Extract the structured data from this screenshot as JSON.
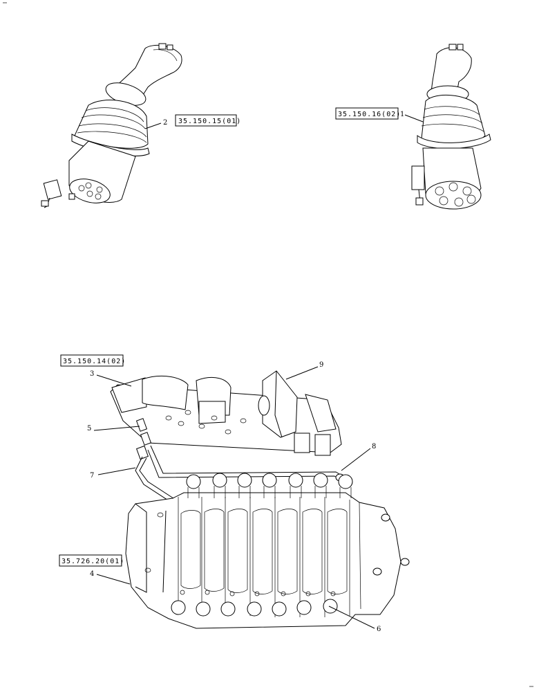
{
  "references": {
    "ref_1": "35.150.15(01)",
    "ref_2": "35.150.16(02)",
    "ref_3": "35.150.14(02)",
    "ref_4": "35.726.20(01)"
  },
  "callouts": {
    "c1": "1",
    "c2": "2",
    "c3": "3",
    "c4": "4",
    "c5": "5",
    "c6": "6",
    "c7": "7",
    "c8": "8",
    "c9": "9"
  }
}
